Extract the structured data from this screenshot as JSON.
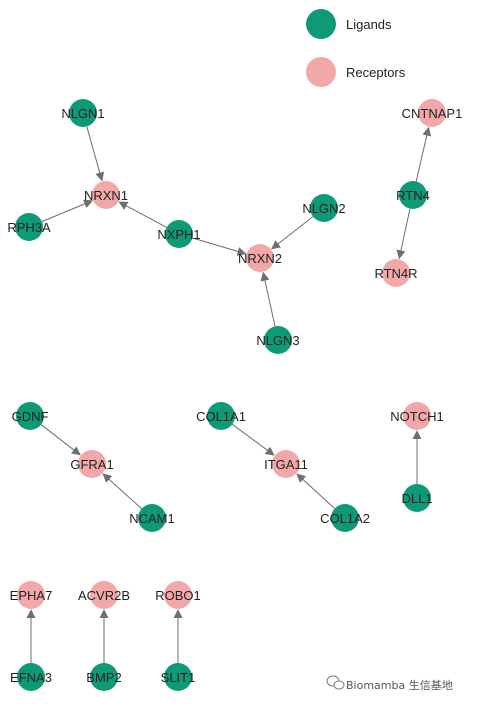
{
  "colors": {
    "ligand": "#0f9a77",
    "receptor": "#f2a8a8",
    "edge": "#6e6e6e"
  },
  "legend": [
    {
      "type": "ligand",
      "label": "Ligands"
    },
    {
      "type": "receptor",
      "label": "Receptors"
    }
  ],
  "nodes": [
    {
      "id": "LGN1",
      "label": "NLGN1",
      "type": "ligand"
    },
    {
      "id": "NRXN1",
      "label": "NRXN1",
      "type": "receptor"
    },
    {
      "id": "RPH3A",
      "label": "RPH3A",
      "type": "ligand"
    },
    {
      "id": "NXPH1",
      "label": "NXPH1",
      "type": "ligand"
    },
    {
      "id": "NLGN2",
      "label": "NLGN2",
      "type": "ligand"
    },
    {
      "id": "NRXN2",
      "label": "NRXN2",
      "type": "receptor"
    },
    {
      "id": "NLGN3",
      "label": "NLGN3",
      "type": "ligand"
    },
    {
      "id": "CNTNAP1",
      "label": "CNTNAP1",
      "type": "receptor"
    },
    {
      "id": "RTN4",
      "label": "RTN4",
      "type": "ligand"
    },
    {
      "id": "RTN4R",
      "label": "RTN4R",
      "type": "receptor"
    },
    {
      "id": "GDNF",
      "label": "GDNF",
      "type": "ligand"
    },
    {
      "id": "GFRA1",
      "label": "GFRA1",
      "type": "receptor"
    },
    {
      "id": "NCAM1",
      "label": "NCAM1",
      "type": "ligand"
    },
    {
      "id": "COL1A1",
      "label": "COL1A1",
      "type": "ligand"
    },
    {
      "id": "ITGA11",
      "label": "ITGA11",
      "type": "receptor"
    },
    {
      "id": "COL1A2",
      "label": "COL1A2",
      "type": "ligand"
    },
    {
      "id": "NOTCH1",
      "label": "NOTCH1",
      "type": "receptor"
    },
    {
      "id": "DLL1",
      "label": "DLL1",
      "type": "ligand"
    },
    {
      "id": "EPHA7",
      "label": "EPHA7",
      "type": "receptor"
    },
    {
      "id": "EFNA3",
      "label": "EFNA3",
      "type": "ligand"
    },
    {
      "id": "ACVR2B",
      "label": "ACVR2B",
      "type": "receptor"
    },
    {
      "id": "BMP2",
      "label": "BMP2",
      "type": "ligand"
    },
    {
      "id": "ROBO1",
      "label": "ROBO1",
      "type": "receptor"
    },
    {
      "id": "SLIT1",
      "label": "SLIT1",
      "type": "ligand"
    }
  ],
  "edges": [
    {
      "from": "LGN1",
      "to": "NRXN1"
    },
    {
      "from": "RPH3A",
      "to": "NRXN1"
    },
    {
      "from": "NXPH1",
      "to": "NRXN1"
    },
    {
      "from": "NXPH1",
      "to": "NRXN2"
    },
    {
      "from": "NLGN2",
      "to": "NRXN2"
    },
    {
      "from": "NLGN3",
      "to": "NRXN2"
    },
    {
      "from": "RTN4",
      "to": "CNTNAP1"
    },
    {
      "from": "RTN4",
      "to": "RTN4R"
    },
    {
      "from": "GDNF",
      "to": "GFRA1"
    },
    {
      "from": "NCAM1",
      "to": "GFRA1"
    },
    {
      "from": "COL1A1",
      "to": "ITGA11"
    },
    {
      "from": "COL1A2",
      "to": "ITGA11"
    },
    {
      "from": "DLL1",
      "to": "NOTCH1"
    },
    {
      "from": "EFNA3",
      "to": "EPHA7"
    },
    {
      "from": "BMP2",
      "to": "ACVR2B"
    },
    {
      "from": "SLIT1",
      "to": "ROBO1"
    }
  ],
  "watermark": "Biomamba 生信基地"
}
